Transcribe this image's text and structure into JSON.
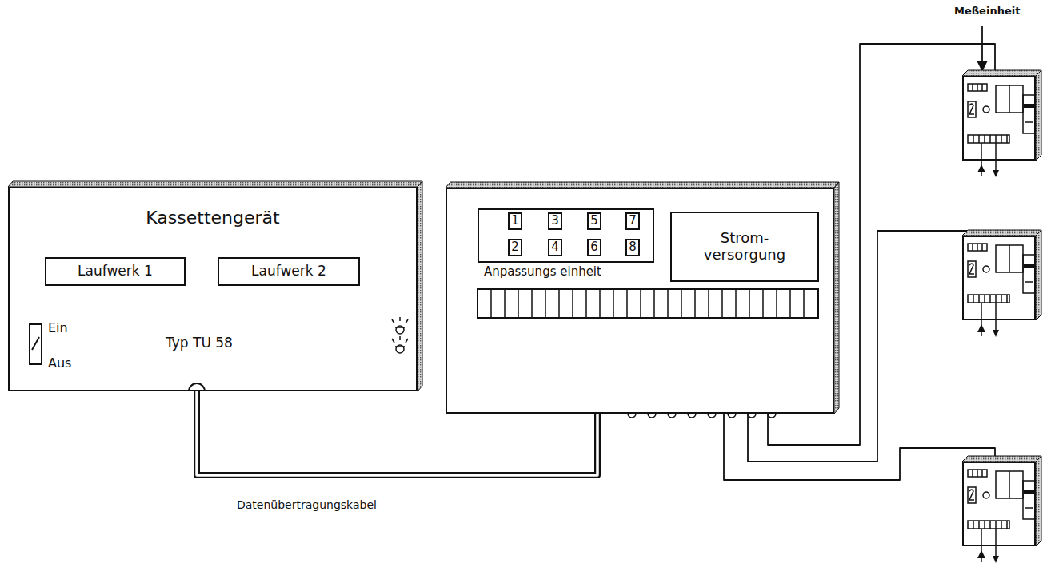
{
  "diagram": {
    "nodes": [
      {
        "text": [
          "Kassettengerät",
          "Typ TU 58"
        ]
      },
      {
        "text": [
          "Laufwerk 1"
        ],
        "in": 0
      },
      {
        "text": [
          "Laufwerk 2"
        ],
        "in": 0
      },
      {
        "text": [
          "Anpassungs einheit"
        ]
      },
      {
        "text": [
          "1"
        ],
        "in": 3
      },
      {
        "text": [
          "3"
        ],
        "in": 3
      },
      {
        "text": [
          "5"
        ],
        "in": 3
      },
      {
        "text": [
          "7"
        ],
        "in": 3
      },
      {
        "text": [
          "2"
        ],
        "in": 3
      },
      {
        "text": [
          "4"
        ],
        "in": 3
      },
      {
        "text": [
          "6"
        ],
        "in": 3
      },
      {
        "text": [
          "8"
        ],
        "in": 3
      },
      {
        "text": [
          "Strom- versorgung"
        ],
        "in": 3
      },
      {
        "text": [
          "Meßeinheit"
        ]
      },
      {
        "text": []
      },
      {
        "text": []
      }
    ],
    "edges": [
      {
        "from": 0,
        "to": 3,
        "label": "Datenübertragungskabel",
        "arrow": "none"
      },
      {
        "from": 3,
        "to": 13,
        "arrow": "none"
      },
      {
        "from": 3,
        "to": 14,
        "arrow": "none"
      },
      {
        "from": 3,
        "to": 15,
        "arrow": "none"
      }
    ],
    "labels": [
      "Ein",
      "Aus"
    ]
  }
}
